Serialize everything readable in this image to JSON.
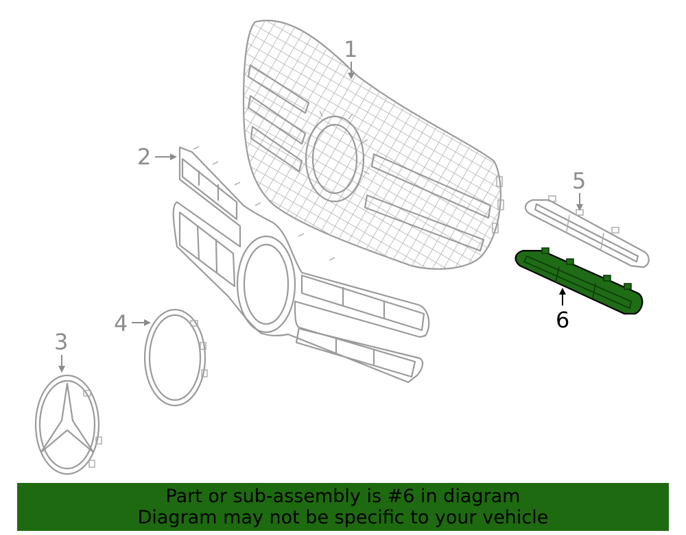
{
  "diagram": {
    "callouts": [
      {
        "id": "1",
        "label": "1"
      },
      {
        "id": "2",
        "label": "2"
      },
      {
        "id": "3",
        "label": "3"
      },
      {
        "id": "4",
        "label": "4"
      },
      {
        "id": "5",
        "label": "5"
      },
      {
        "id": "6",
        "label": "6"
      }
    ],
    "highlighted_part": "6",
    "highlight_color": "#1e6a10"
  },
  "banner": {
    "line1": "Part or sub-assembly is #6 in diagram",
    "line2": "Diagram may not be specific to your vehicle"
  }
}
